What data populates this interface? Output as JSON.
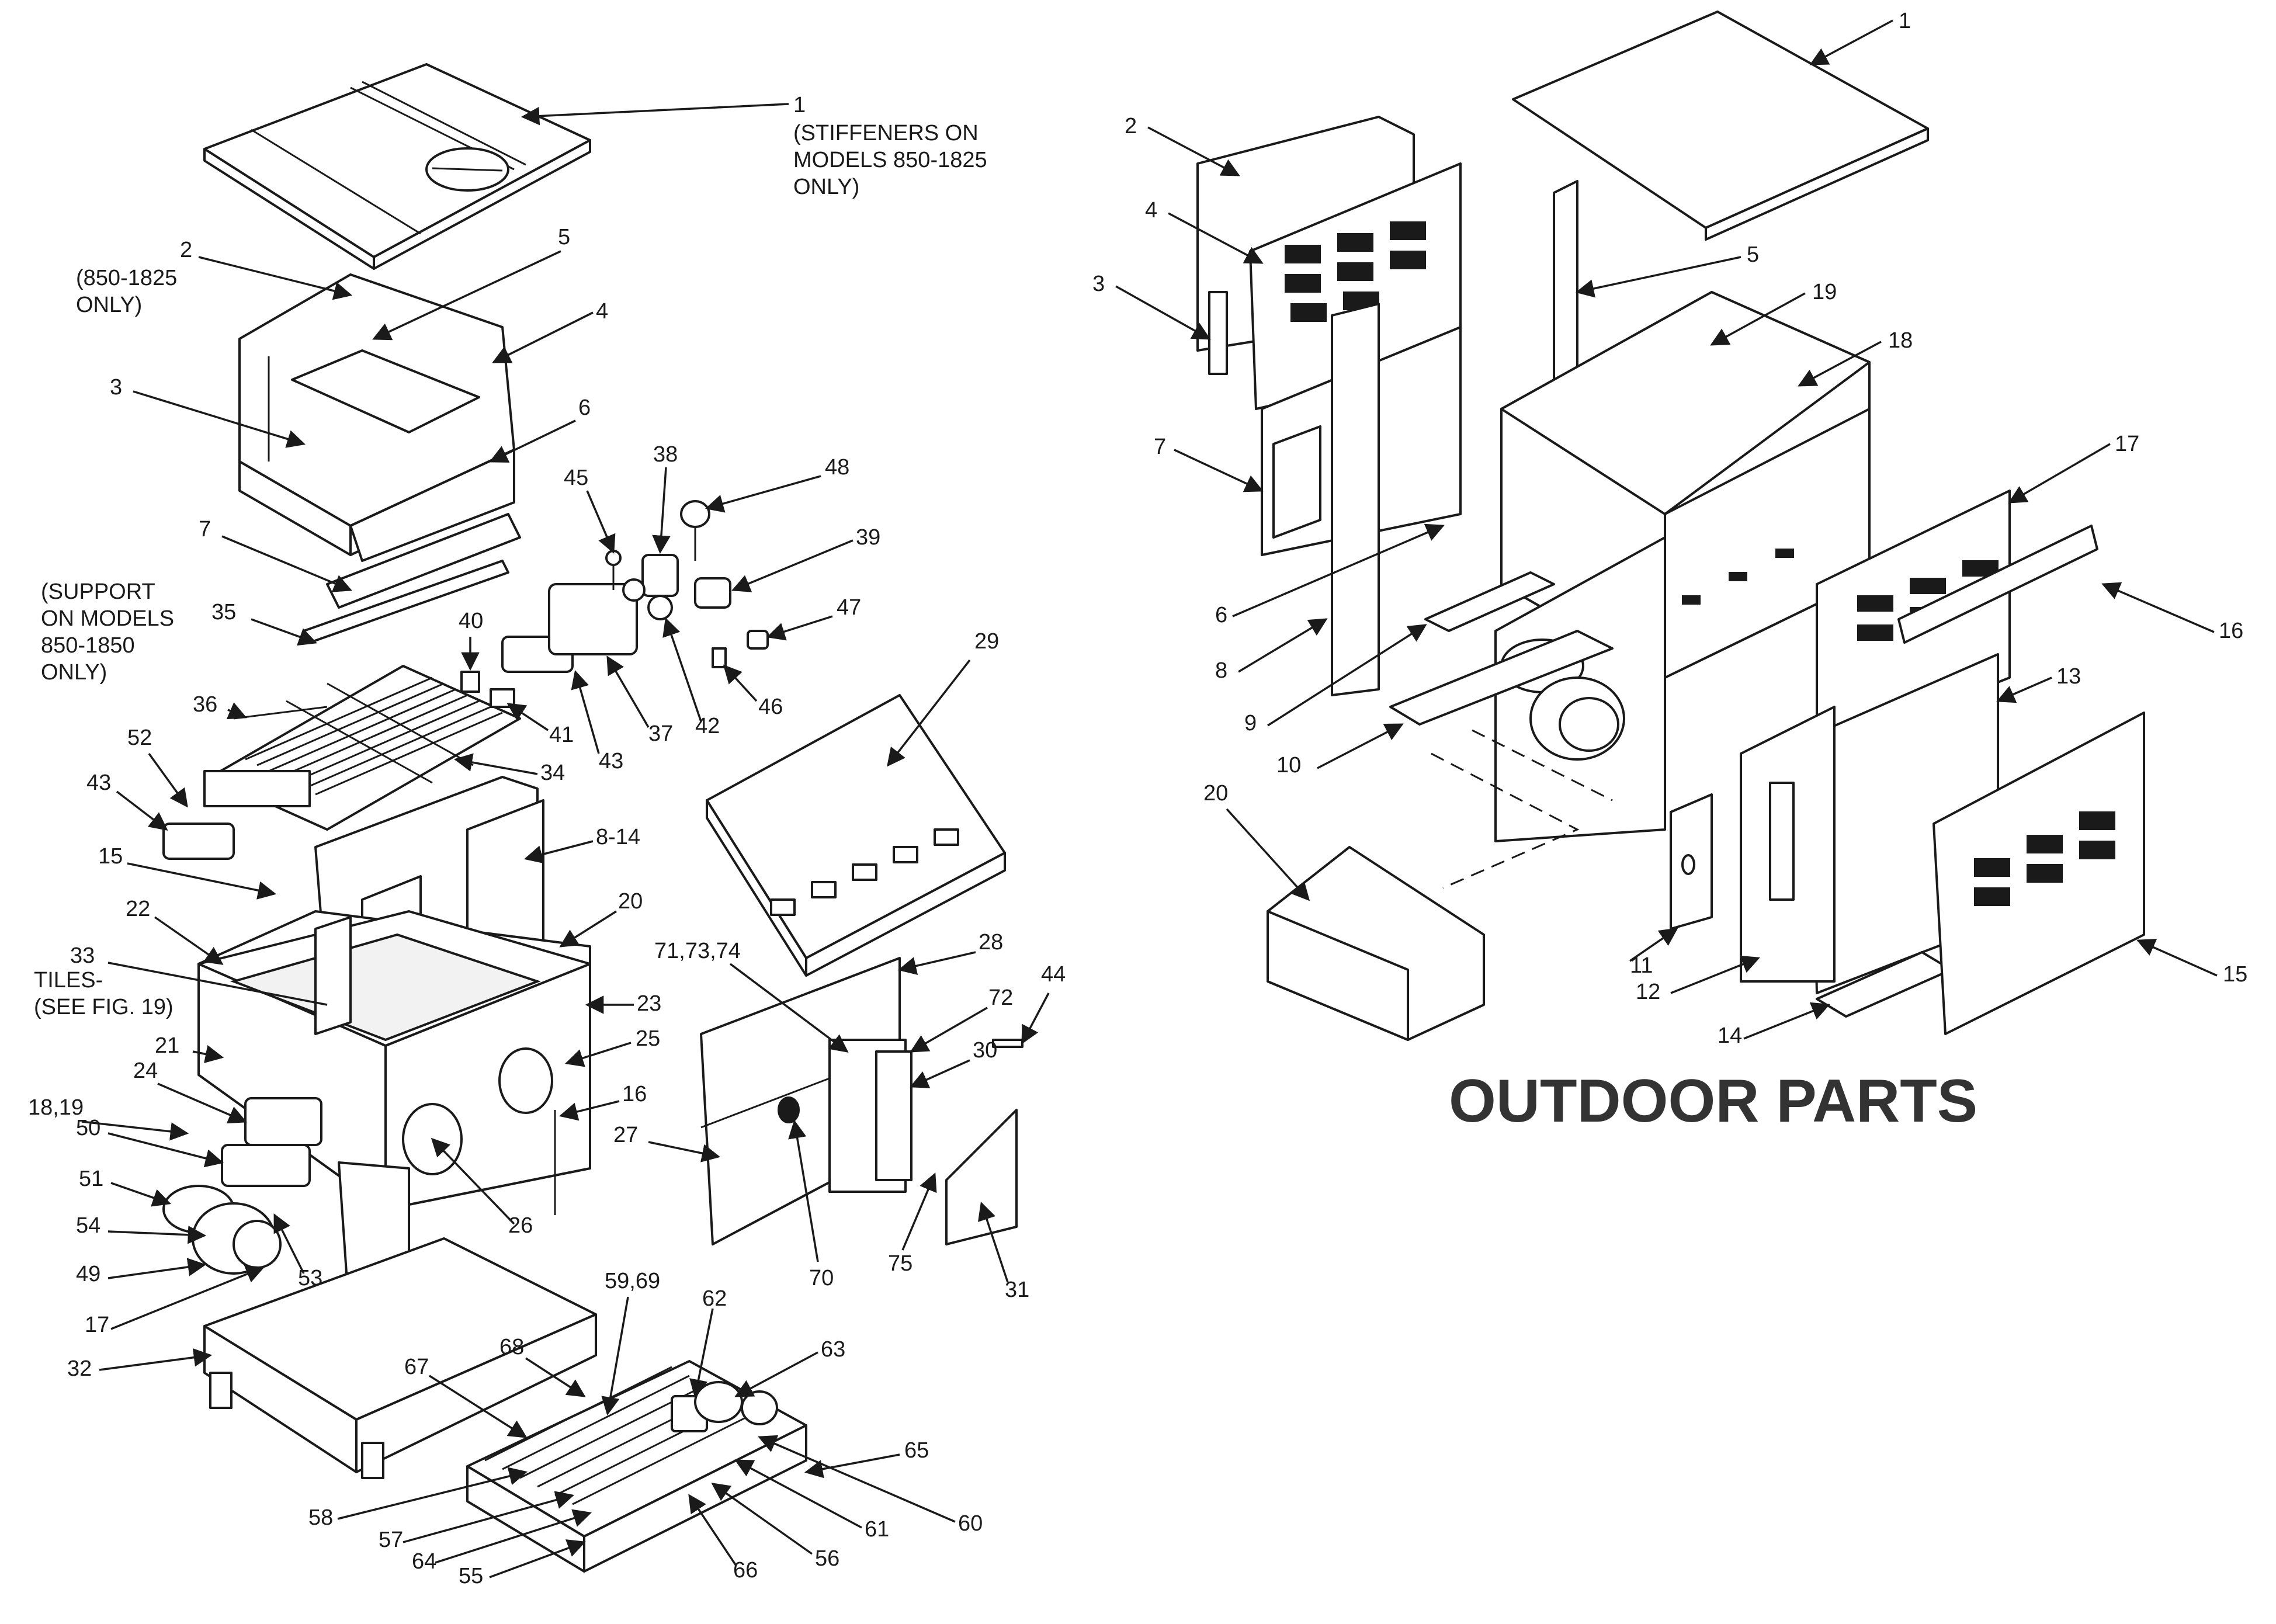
{
  "title": "OUTDOOR PARTS",
  "colors": {
    "ink": "#1a1a1a",
    "paper": "#ffffff",
    "title": "#333333"
  },
  "left_labels": {
    "l1": "1",
    "l1_note": [
      "(STIFFENERS ON",
      "MODELS 850-1825",
      "ONLY)"
    ],
    "l2": "2",
    "l2_note": [
      "(850-1825",
      "ONLY)"
    ],
    "l3": "3",
    "l4": "4",
    "l5": "5",
    "l6": "6",
    "l7": "7",
    "support_note": [
      "(SUPPORT",
      "ON MODELS",
      "850-1850",
      "ONLY)"
    ],
    "l35": "35",
    "l36": "36",
    "l40": "40",
    "l41": "41",
    "l34": "34",
    "l45": "45",
    "l38": "38",
    "l48": "48",
    "l39": "39",
    "l47": "47",
    "l46": "46",
    "l42": "42",
    "l37": "37",
    "l43a": "43",
    "l43b": "43",
    "l52": "52",
    "l15": "15",
    "l22": "22",
    "l33": "33",
    "tiles_note": [
      "TILES-",
      "(SEE FIG. 19)"
    ],
    "l8_14": "8-14",
    "l20": "20",
    "l29": "29",
    "l18_19": "18,19",
    "l21": "21",
    "l24": "24",
    "l23": "23",
    "l25": "25",
    "l16": "16",
    "l26": "26",
    "l50": "50",
    "l51": "51",
    "l54": "54",
    "l49": "49",
    "l53": "53",
    "l17": "17",
    "l32": "32",
    "l71": "71,73,74",
    "l28": "28",
    "l72": "72",
    "l44": "44",
    "l30": "30",
    "l27": "27",
    "l70": "70",
    "l75": "75",
    "l31": "31",
    "l59": "59,69",
    "l62": "62",
    "l63": "63",
    "l68": "68",
    "l67": "67",
    "l65": "65",
    "l58": "58",
    "l57": "57",
    "l64": "64",
    "l55": "55",
    "l66": "66",
    "l56": "56",
    "l61": "61",
    "l60": "60"
  },
  "right_labels": {
    "r1": "1",
    "r2": "2",
    "r4": "4",
    "r3": "3",
    "r5": "5",
    "r19": "19",
    "r18": "18",
    "r7": "7",
    "r17": "17",
    "r6": "6",
    "r16": "16",
    "r8": "8",
    "r13": "13",
    "r9": "9",
    "r10": "10",
    "r20": "20",
    "r11": "11",
    "r12": "12",
    "r14": "14",
    "r15": "15"
  }
}
